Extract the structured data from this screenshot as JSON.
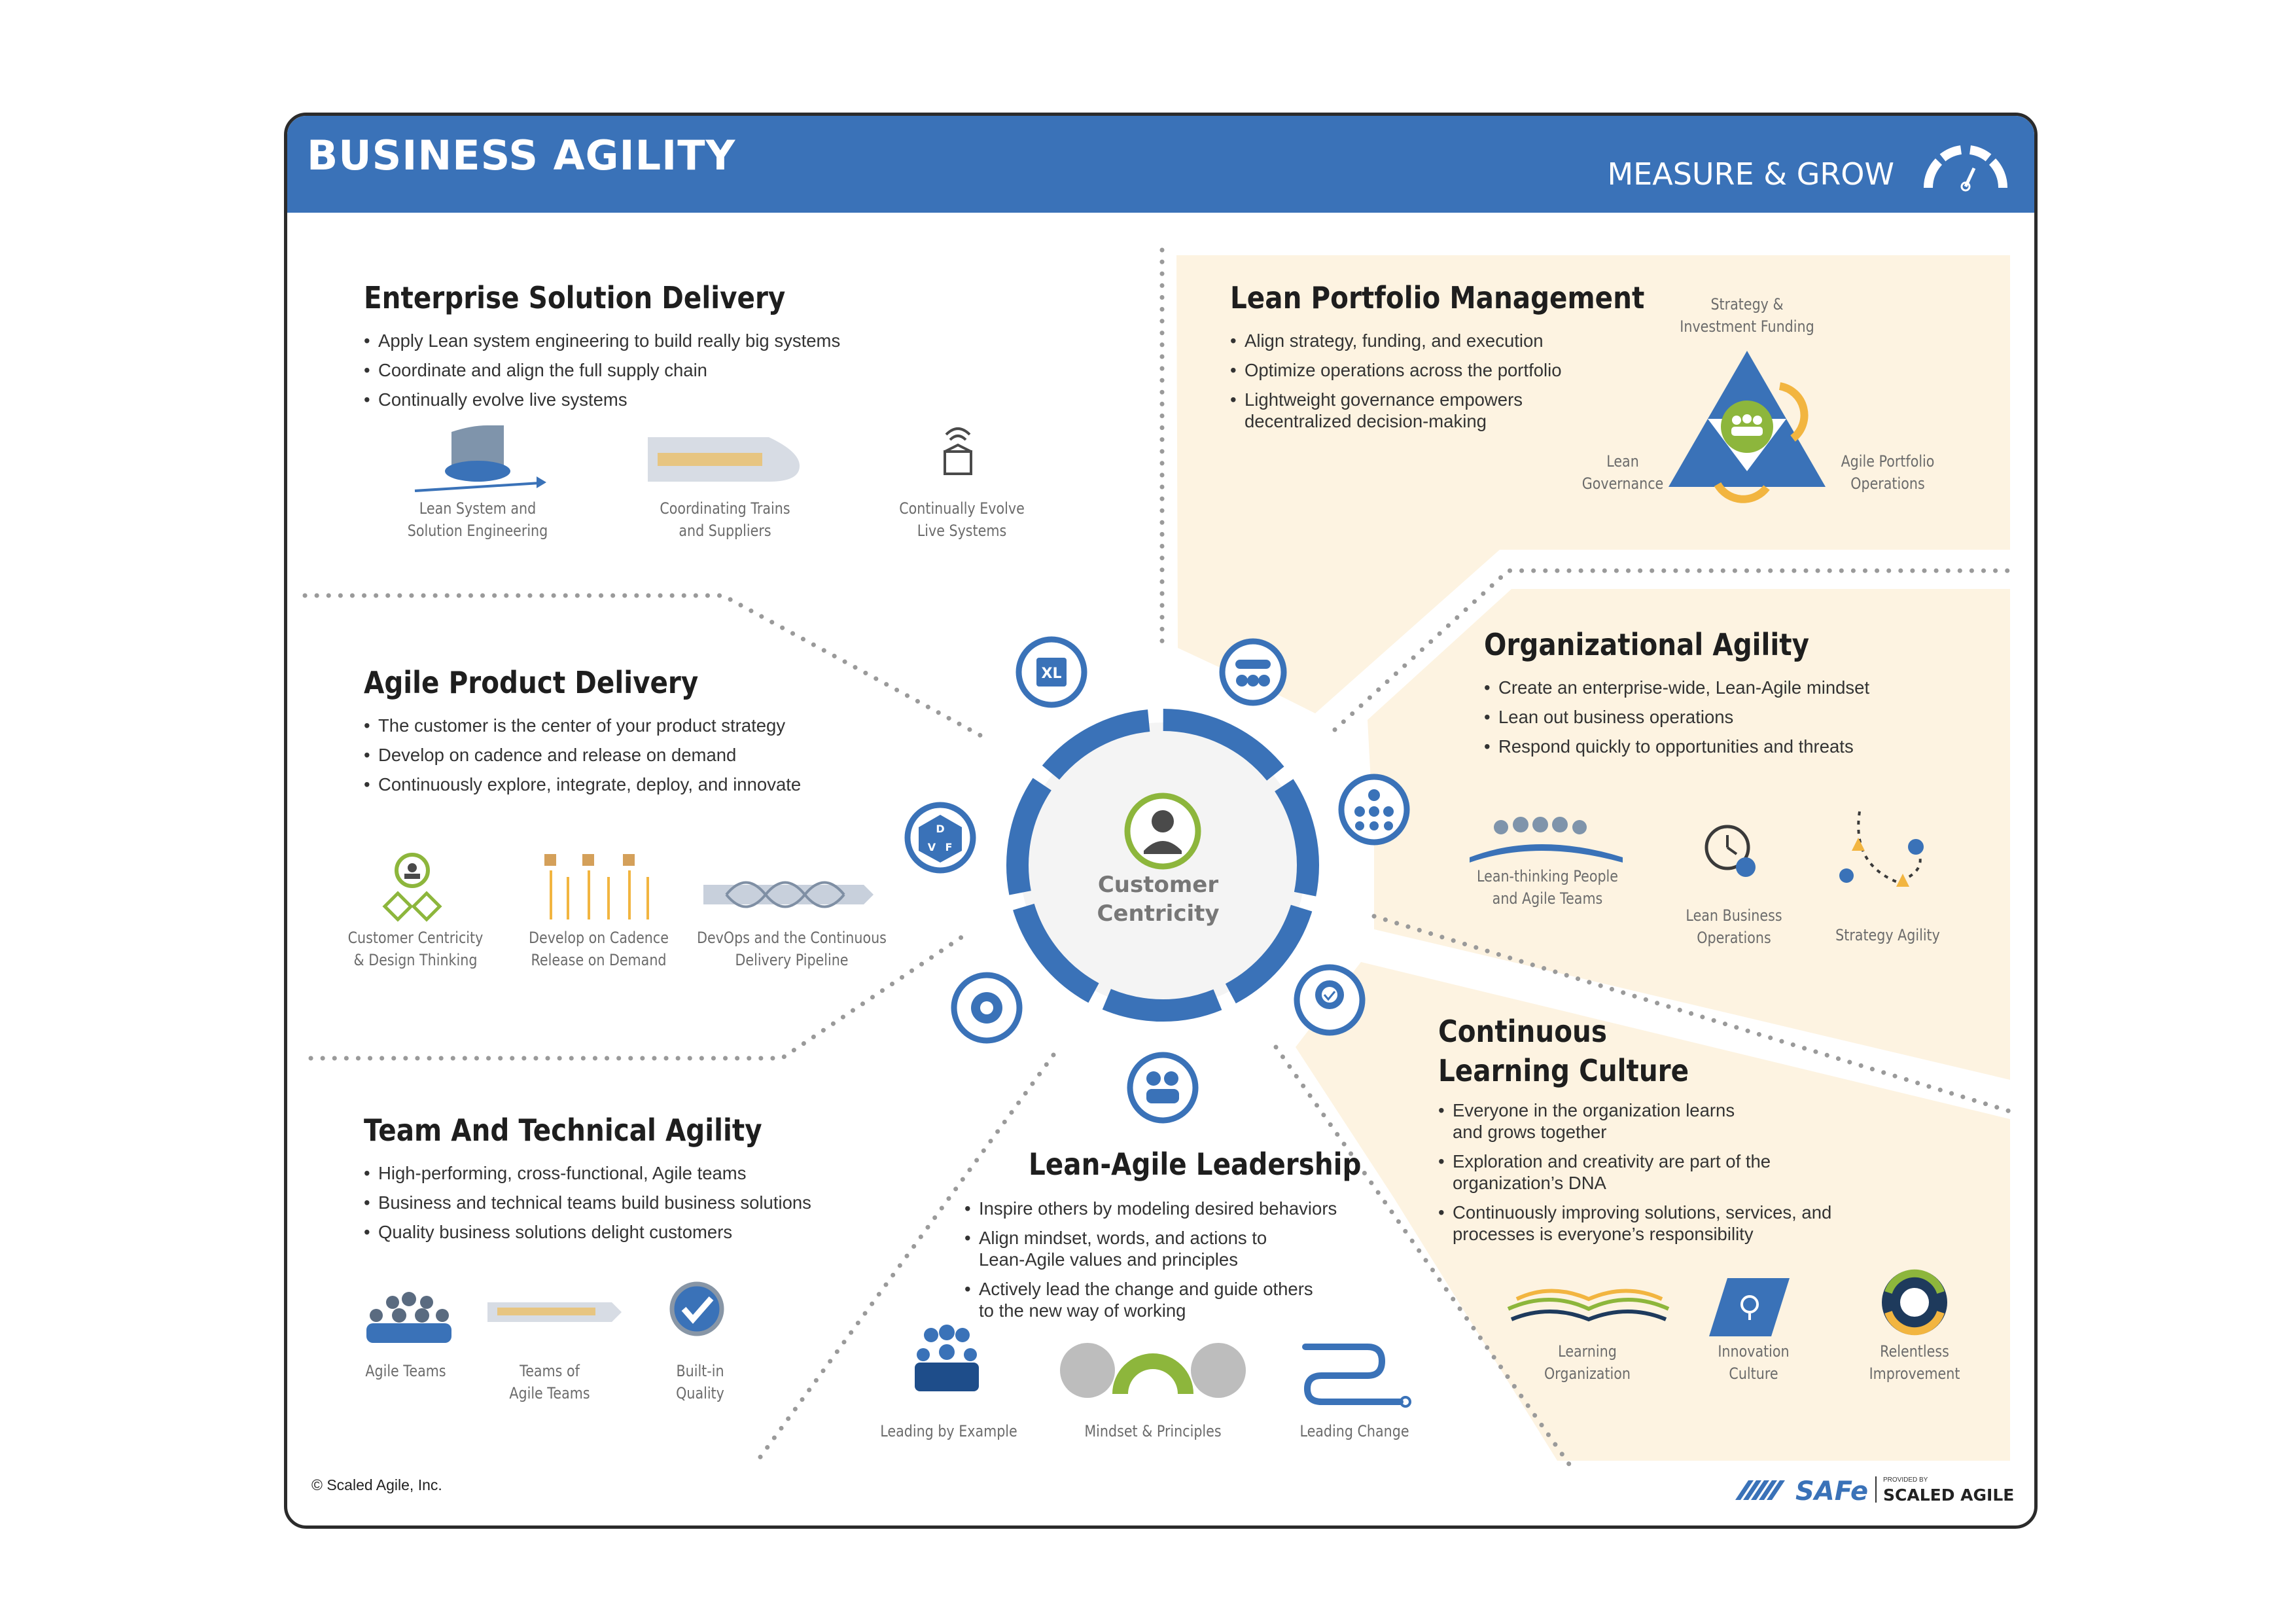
{
  "header": {
    "title": "BUSINESS AGILITY",
    "measure_label": "MEASURE & GROW",
    "gauge_icon": "gauge-icon",
    "color": "#3a72b8"
  },
  "center": {
    "label": "Customer\nCentricity",
    "icon": "person-icon",
    "ring_color": "#3a72b8"
  },
  "sections": {
    "esd": {
      "title": "Enterprise Solution Delivery",
      "bullets": [
        "Apply Lean system engineering to build really big systems",
        "Coordinate and align the full supply chain",
        "Continually evolve live systems"
      ],
      "icons": [
        {
          "icon": "solution-intent-icon",
          "caption": "Lean System and\nSolution Engineering"
        },
        {
          "icon": "train-icon",
          "caption": "Coordinating Trains\nand Suppliers"
        },
        {
          "icon": "live-system-icon",
          "caption": "Continually Evolve\nLive Systems"
        }
      ]
    },
    "apd": {
      "title": "Agile Product Delivery",
      "bullets": [
        "The customer is the center of your product strategy",
        "Develop on cadence and release on demand",
        "Continuously explore, integrate, deploy, and innovate"
      ],
      "icons": [
        {
          "icon": "design-thinking-icon",
          "caption": "Customer Centricity\n& Design Thinking"
        },
        {
          "icon": "cadence-icon",
          "caption": "Develop on Cadence\nRelease on Demand"
        },
        {
          "icon": "pipeline-icon",
          "caption": "DevOps and the Continuous\nDelivery Pipeline"
        }
      ]
    },
    "tta": {
      "title": "Team And Technical Agility",
      "bullets": [
        "High-performing, cross-functional, Agile teams",
        "Business and technical teams build business solutions",
        "Quality business solutions delight customers"
      ],
      "icons": [
        {
          "icon": "agile-teams-icon",
          "caption": "Agile Teams"
        },
        {
          "icon": "teams-of-teams-icon",
          "caption": "Teams of\nAgile Teams"
        },
        {
          "icon": "built-in-quality-icon",
          "caption": "Built-in\nQuality"
        }
      ]
    },
    "lal": {
      "title": "Lean-Agile Leadership",
      "bullets": [
        "Inspire others by modeling desired behaviors",
        "Align mindset, words, and actions to\nLean-Agile values and principles",
        "Actively lead the change and guide others\nto the new way of working"
      ],
      "icons": [
        {
          "icon": "leading-example-icon",
          "caption": "Leading by Example"
        },
        {
          "icon": "mindset-icon",
          "caption": "Mindset & Principles"
        },
        {
          "icon": "leading-change-icon",
          "caption": "Leading Change"
        }
      ]
    },
    "lpm": {
      "title": "Lean Portfolio Management",
      "bullets": [
        "Align strategy, funding, and execution",
        "Optimize operations across the portfolio",
        "Lightweight governance empowers\ndecentralized decision-making"
      ],
      "diagram": {
        "top": "Strategy &\nInvestment Funding",
        "left": "Lean\nGovernance",
        "right": "Agile Portfolio\nOperations"
      }
    },
    "oa": {
      "title": "Organizational Agility",
      "bullets": [
        "Create an enterprise-wide, Lean-Agile mindset",
        "Lean out business operations",
        "Respond quickly to opportunities and threats"
      ],
      "icons": [
        {
          "icon": "lean-people-icon",
          "caption": "Lean-thinking People\nand Agile Teams"
        },
        {
          "icon": "business-operations-icon",
          "caption": "Lean Business\nOperations"
        },
        {
          "icon": "strategy-agility-icon",
          "caption": "Strategy Agility"
        }
      ]
    },
    "clc": {
      "title": "Continuous\nLearning Culture",
      "bullets": [
        "Everyone in the organization learns\nand grows together",
        "Exploration and creativity are part of the\norganization’s DNA",
        "Continuously improving solutions, services, and\nprocesses is everyone’s responsibility"
      ],
      "icons": [
        {
          "icon": "learning-organization-icon",
          "caption": "Learning\nOrganization"
        },
        {
          "icon": "innovation-culture-icon",
          "caption": "Innovation\nCulture"
        },
        {
          "icon": "relentless-improvement-icon",
          "caption": "Relentless\nImprovement"
        }
      ]
    }
  },
  "ring_icons": [
    {
      "name": "esd-ring-icon",
      "text": "XL"
    },
    {
      "name": "lpm-ring-icon"
    },
    {
      "name": "oa-ring-icon"
    },
    {
      "name": "clc-ring-icon"
    },
    {
      "name": "lal-ring-icon"
    },
    {
      "name": "tta-ring-icon"
    },
    {
      "name": "apd-ring-icon",
      "letters": [
        "D",
        "V",
        "F"
      ]
    }
  ],
  "footer": {
    "copyright": "© Scaled Agile, Inc.",
    "brand": "SAFe",
    "provided_by": "PROVIDED BY",
    "company": "SCALED AGILE"
  },
  "colors": {
    "blue": "#3a72b8",
    "shade": "#fdf3e1",
    "green": "#8db63c",
    "gold": "#f2b540",
    "grey": "#a4a4a4"
  }
}
